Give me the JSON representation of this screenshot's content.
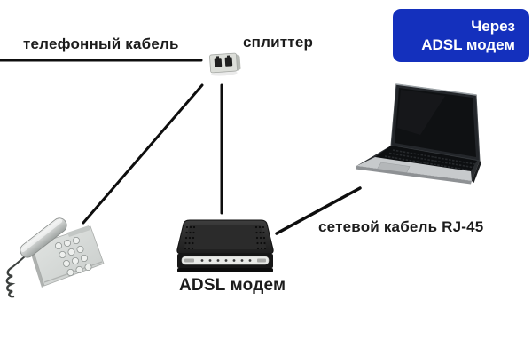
{
  "labels": {
    "telephone_cable": "телефонный кабель",
    "splitter": "сплиттер",
    "adsl_modem": "ADSL модем",
    "network_cable": "сетевой кабель RJ-45"
  },
  "callout": {
    "line1": "Через",
    "line2": "ADSL модем",
    "bg_color": "#1430bd",
    "text_color": "#ffffff"
  },
  "colors": {
    "background": "#ffffff",
    "label_text": "#1c1c1c",
    "cable_line": "#0e0e0e"
  },
  "devices": {
    "telephone": "telephone-illustration",
    "splitter": "splitter-device-illustration",
    "adsl_modem": "adsl-modem-illustration",
    "laptop": "laptop-illustration"
  }
}
